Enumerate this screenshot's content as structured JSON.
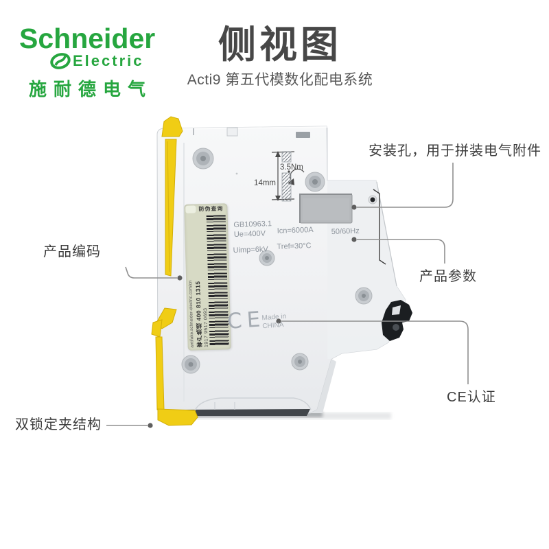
{
  "colors": {
    "brand_green": "#26a63f",
    "clip_yellow": "#f0cd15",
    "title_gray": "#474747"
  },
  "brand": {
    "name_line1": "Schneider",
    "name_line2": "Electric",
    "name_cn": "施耐德电气"
  },
  "header": {
    "title": "侧视图",
    "subtitle": "Acti9 第五代模数化配电系统"
  },
  "callouts": {
    "mounting_hole": "安装孔，用于拼装电气附件",
    "product_code": "产品编码",
    "product_params": "产品参数",
    "ce_cert": "CE认证",
    "double_lock": "双锁定夹结构"
  },
  "dimension_marks": {
    "torque": "3.5Nm",
    "strip_depth": "14mm"
  },
  "markings": {
    "standard": "GB10963.1",
    "rated_voltage": "Ue=400V",
    "impulse_voltage": "Uimp=6kV",
    "breaking_capacity": "Icn=6000A",
    "ref_temp": "Tref=30°C",
    "frequency": "50/60Hz",
    "ce_mark": "CE",
    "made_in_line1": "Made in",
    "made_in_line2": "CHINA"
  },
  "security_label": {
    "header": "防伪查询",
    "hotline": "客户热线 400 810 1315",
    "website": "antifake.schneider-electric.com/cn",
    "serial": "1917 9517 0693"
  }
}
